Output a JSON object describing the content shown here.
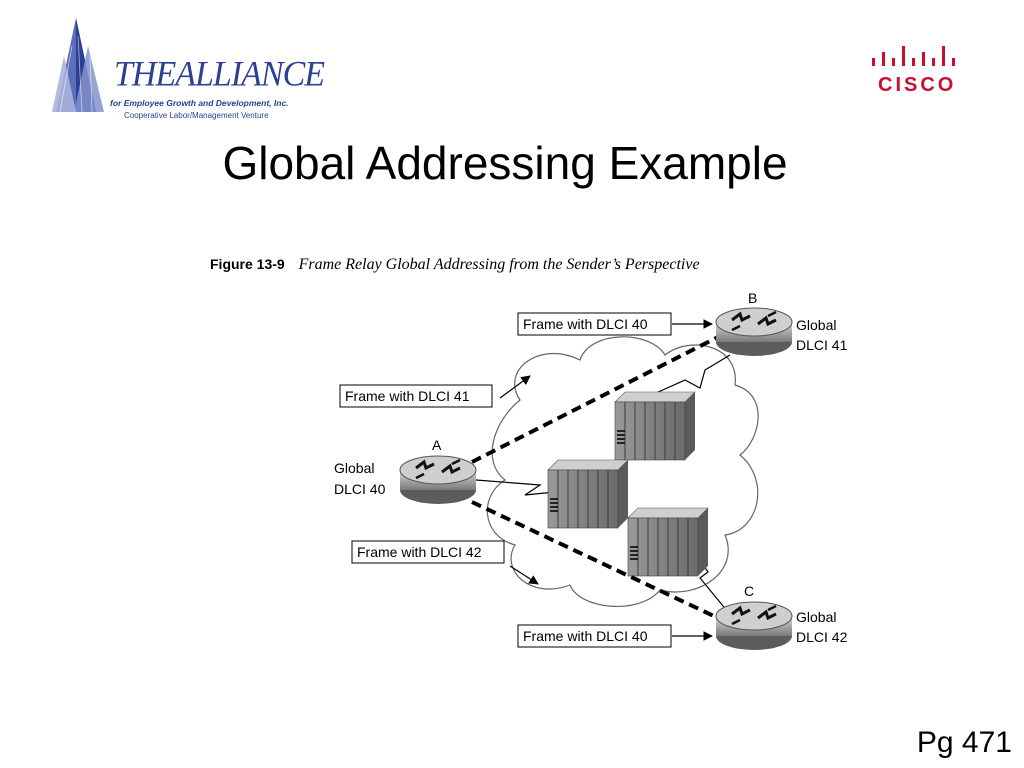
{
  "header": {
    "left_logo": {
      "brand": "THEALLIANCE",
      "tagline": "for Employee Growth and Development, Inc.",
      "subtitle": "Cooperative Labor/Management Venture",
      "color": "#2b3f93"
    },
    "right_logo": {
      "brand": "CISCO",
      "color": "#c8102e"
    }
  },
  "title": "Global Addressing Example",
  "figure": {
    "number": "Figure 13-9",
    "caption": "Frame Relay Global Addressing from the Sender’s Perspective",
    "routers": [
      {
        "id": "A",
        "label": "A",
        "global_line1": "Global",
        "global_line2": "DLCI 40"
      },
      {
        "id": "B",
        "label": "B",
        "global_line1": "Global",
        "global_line2": "DLCI 41"
      },
      {
        "id": "C",
        "label": "C",
        "global_line1": "Global",
        "global_line2": "DLCI 42"
      }
    ],
    "frame_labels": {
      "b_incoming": "Frame with DLCI 40",
      "a_to_b": "Frame with DLCI 41",
      "a_to_c": "Frame with DLCI 42",
      "c_incoming": "Frame with DLCI 40"
    },
    "switch_count": 3
  },
  "footer": {
    "page": "Pg 471"
  }
}
